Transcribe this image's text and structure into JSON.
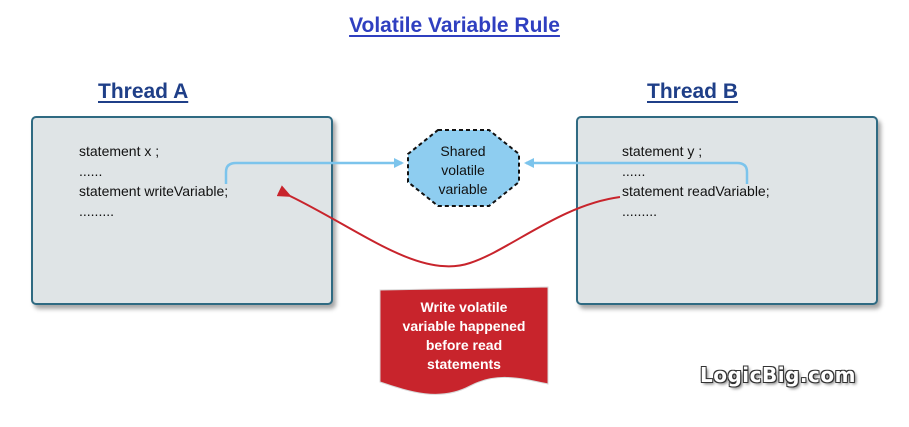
{
  "title": "Volatile Variable Rule",
  "thread_a": {
    "title": "Thread A",
    "statements": [
      "statement x ;",
      "......",
      "statement writeVariable;",
      "........."
    ]
  },
  "thread_b": {
    "title": "Thread B",
    "statements": [
      "statement y ;",
      "......",
      "statement readVariable;",
      "........."
    ]
  },
  "shared": {
    "lines": [
      "Shared",
      "volatile",
      "variable"
    ]
  },
  "banner": {
    "lines": [
      "Write volatile",
      "variable happened",
      "before read",
      "statements"
    ]
  },
  "brand": "LogicBig.com",
  "colors": {
    "title": "#2f3fc0",
    "thread_title": "#1f3f88",
    "box_fill": "#dfe4e6",
    "box_border": "#2f6a82",
    "shared_fill": "#8ecdf0",
    "blue_arrow": "#7cc4ec",
    "red_arrow": "#c8242c",
    "banner_fill": "#c8242c"
  }
}
